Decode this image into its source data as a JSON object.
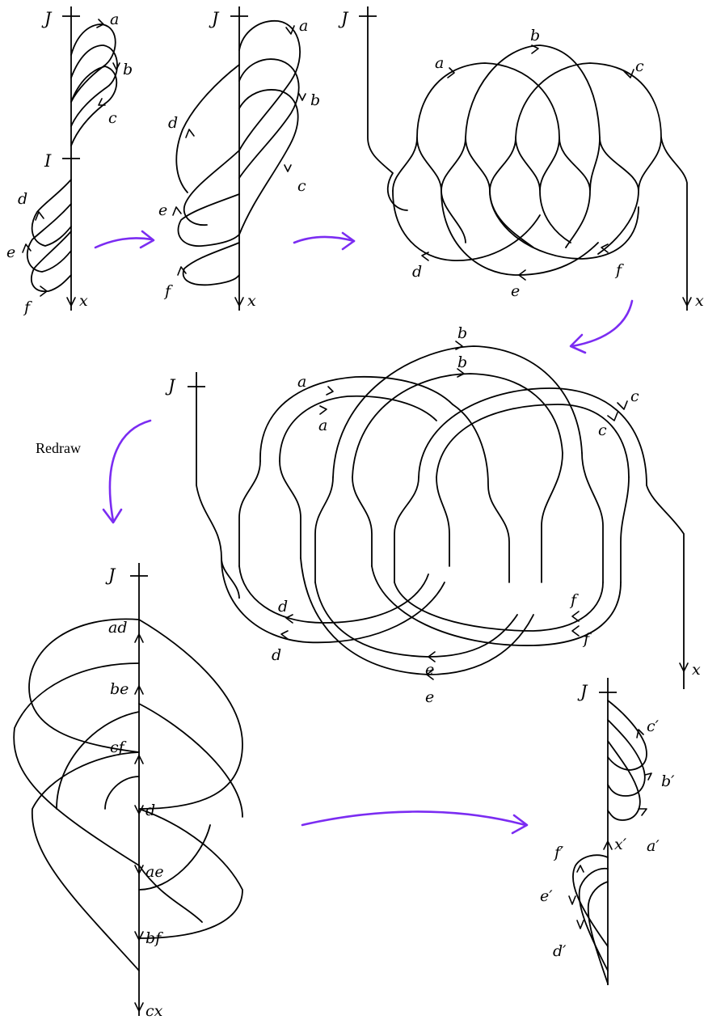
{
  "figure": {
    "redraw_label": "Redraw",
    "colors": {
      "strand": "#000000",
      "move_arrow": "#7b2cf2"
    },
    "panel1": {
      "J": "J",
      "I": "I",
      "a": "a",
      "b": "b",
      "c": "c",
      "d": "d",
      "e": "e",
      "f": "f",
      "x": "x"
    },
    "panel2": {
      "J": "J",
      "a": "a",
      "b": "b",
      "c": "c",
      "d": "d",
      "e": "e",
      "f": "f",
      "x": "x"
    },
    "panel3": {
      "J": "J",
      "a": "a",
      "b": "b",
      "c": "c",
      "d": "d",
      "e": "e",
      "f": "f",
      "x": "x"
    },
    "panel4": {
      "J": "J",
      "a1": "a",
      "a2": "a",
      "b1": "b",
      "b2": "b",
      "c1": "c",
      "c2": "c",
      "d1": "d",
      "d2": "d",
      "e1": "e",
      "e2": "e",
      "f1": "f",
      "f2": "f",
      "x": "x"
    },
    "panel5": {
      "J": "J",
      "ad": "ad",
      "be": "be",
      "cf": "cf",
      "d": "d",
      "ae": "ae",
      "bf": "bf",
      "cx": "cx"
    },
    "panel6": {
      "J": "J",
      "c": "c′",
      "b": "b′",
      "a": "a′",
      "x": "x′",
      "f": "f′",
      "e": "e′",
      "d": "d′"
    }
  }
}
